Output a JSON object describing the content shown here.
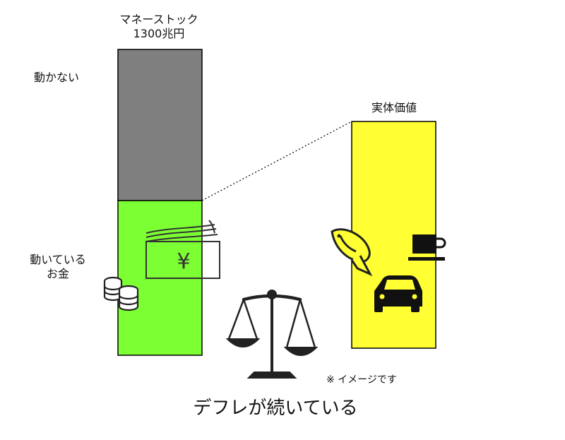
{
  "diagram": {
    "money_stock_title_line1": "マネーストック",
    "money_stock_title_line2": "1300兆円",
    "inactive_label": "動かない",
    "active_label_line1": "動いている",
    "active_label_line2": "お金",
    "real_value_title": "実体価値",
    "note": "※ イメージです",
    "conclusion": "デフレが続いている",
    "yen_symbol": "¥"
  },
  "colors": {
    "inactive_money": "#7f7f7f",
    "active_money": "#7cff33",
    "real_value": "#ffff33"
  },
  "icons": [
    "banknotes-icon",
    "coins-icon",
    "balance-scale-icon",
    "fish-icon",
    "coffee-cup-icon",
    "car-icon"
  ]
}
